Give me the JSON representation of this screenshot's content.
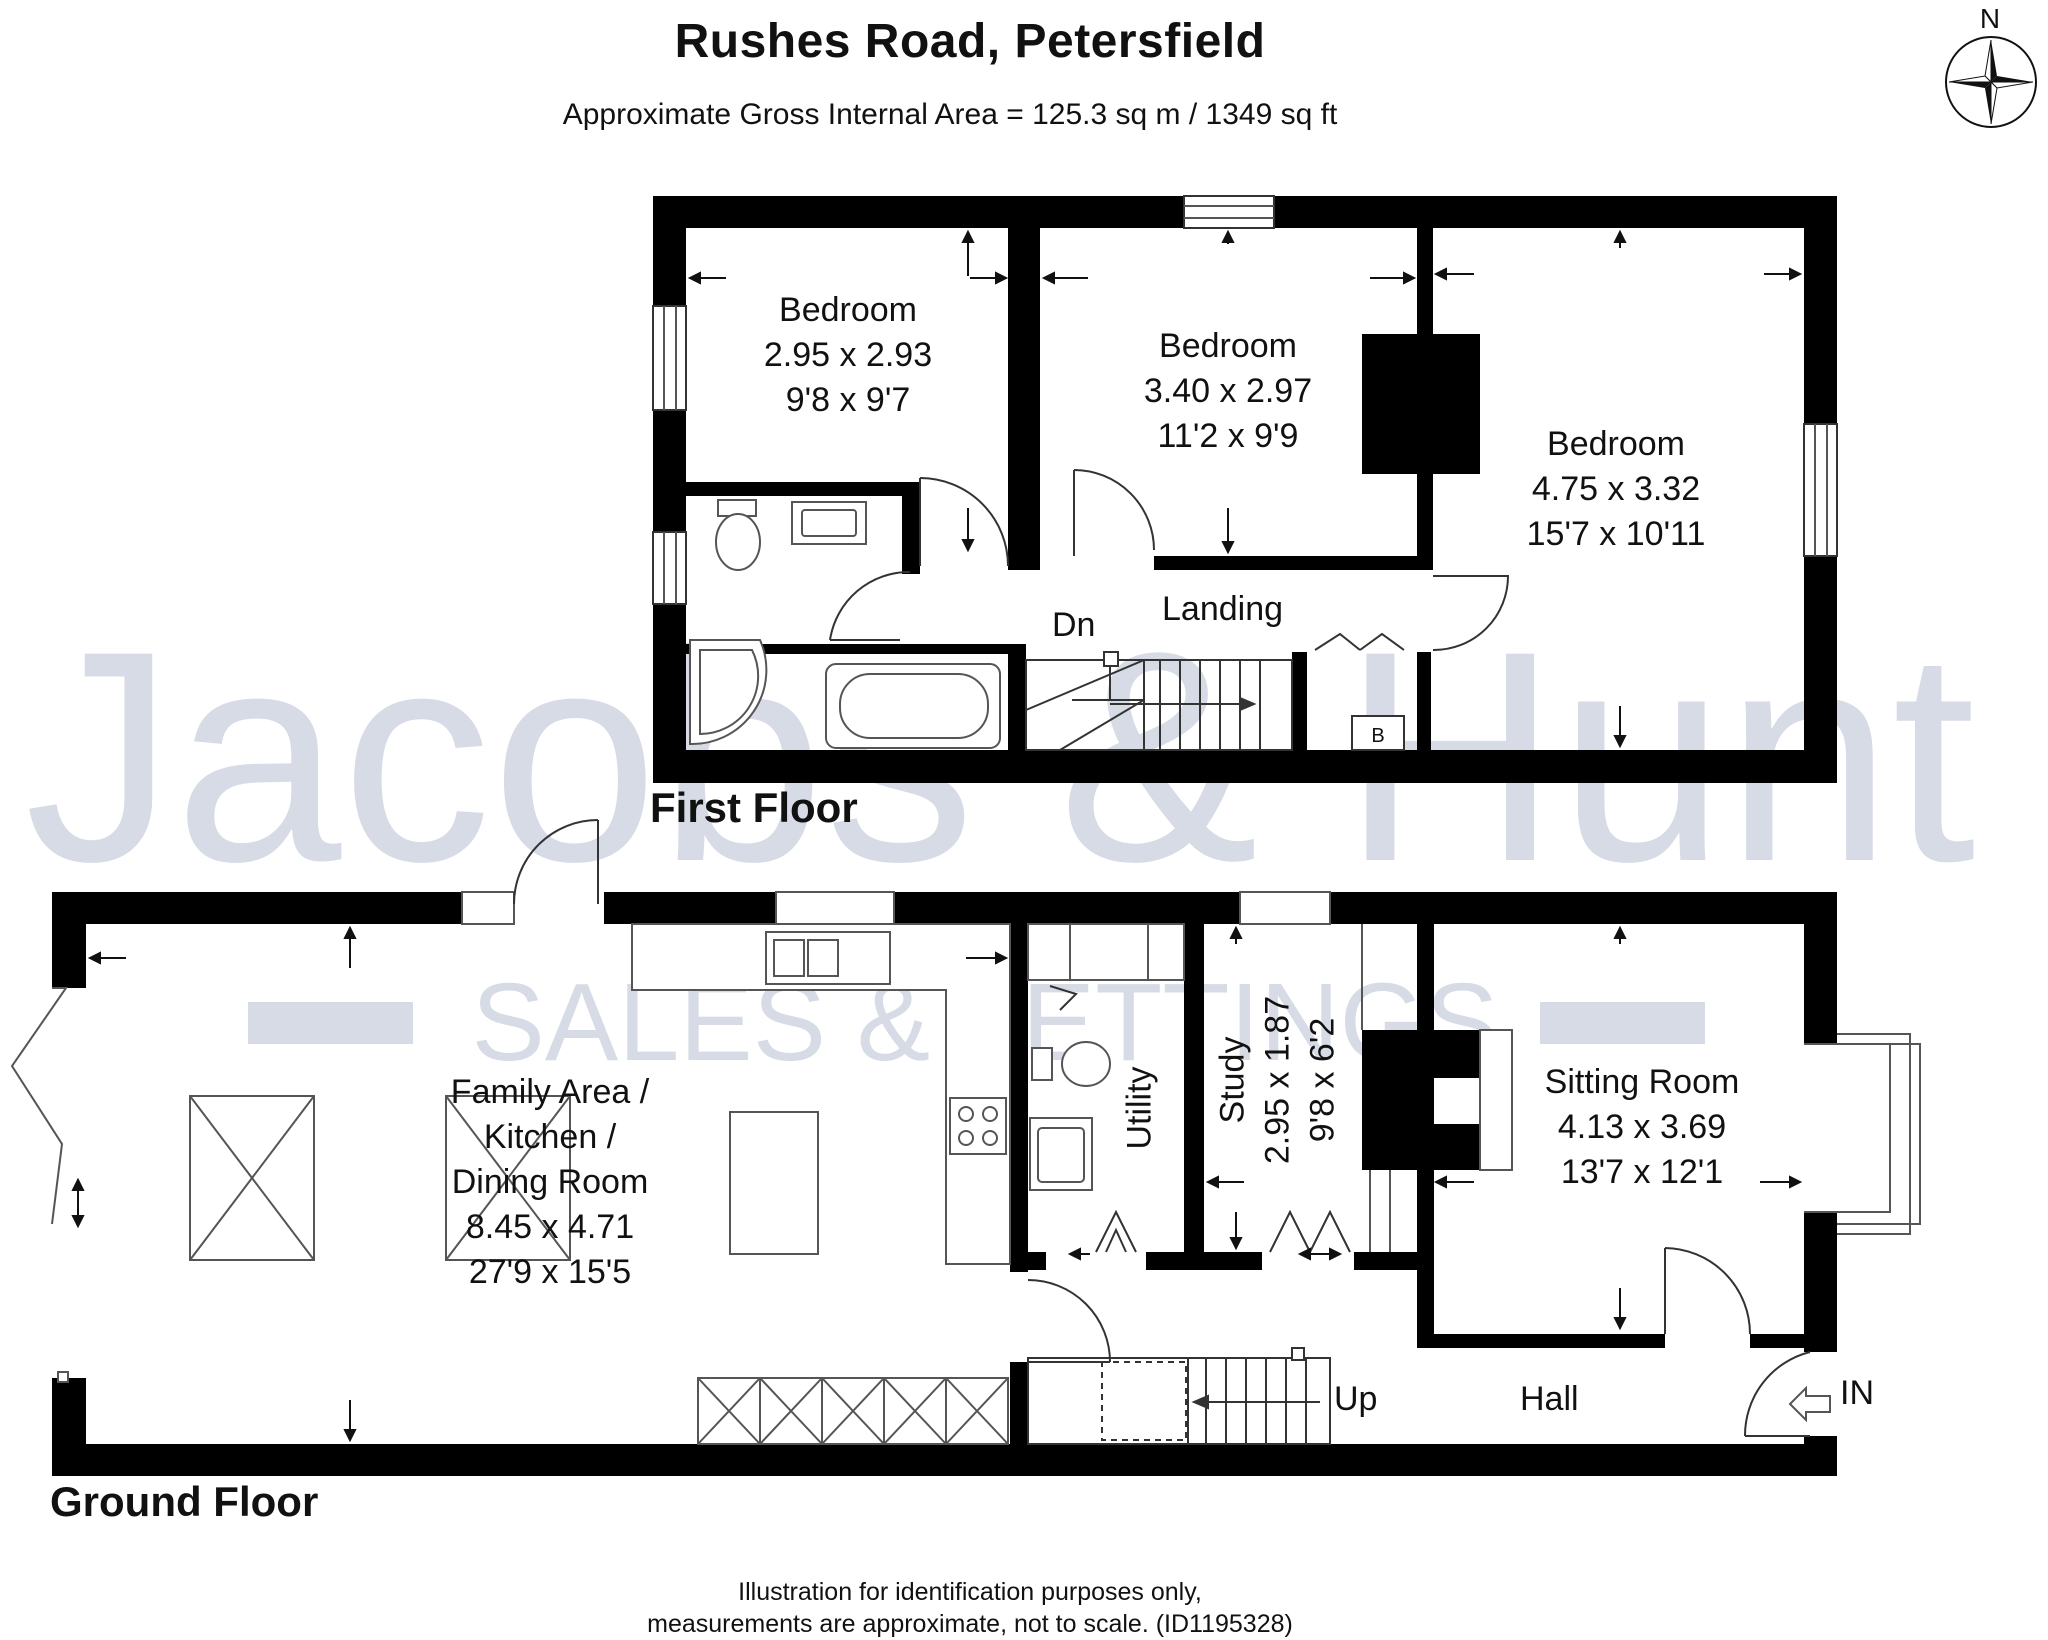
{
  "header": {
    "title": "Rushes Road, Petersfield",
    "area": "Approximate Gross Internal Area = 125.3 sq m / 1349 sq ft"
  },
  "compass": {
    "label": "N",
    "icon": "compass-rose-icon"
  },
  "watermark": {
    "line1": "Jacobs & Hunt",
    "line2": "SALES & LETTINGS"
  },
  "first_floor": {
    "label": "First Floor",
    "bedroom_small": {
      "name": "Bedroom",
      "metric": "2.95 x 2.93",
      "imperial": "9'8 x 9'7"
    },
    "bedroom_middle": {
      "name": "Bedroom",
      "metric": "3.40 x 2.97",
      "imperial": "11'2 x 9'9"
    },
    "bedroom_large": {
      "name": "Bedroom",
      "metric": "4.75 x 3.32",
      "imperial": "15'7 x 10'11"
    },
    "landing": "Landing",
    "stairs_down": "Dn",
    "boiler": "B"
  },
  "ground_floor": {
    "label": "Ground Floor",
    "family": {
      "l1": "Family Area /",
      "l2": "Kitchen /",
      "l3": "Dining Room",
      "metric": "8.45 x 4.71",
      "imperial": "27'9 x 15'5"
    },
    "utility": "Utility",
    "study": {
      "name": "Study",
      "metric": "2.95 x 1.87",
      "imperial": "9'8 x 6'2"
    },
    "sitting": {
      "name": "Sitting Room",
      "metric": "4.13 x 3.69",
      "imperial": "13'7 x 12'1"
    },
    "hall": "Hall",
    "stairs_up": "Up",
    "entrance": "IN"
  },
  "footer": {
    "line1": "Illustration for identification purposes only,",
    "line2": "measurements are approximate, not to scale. (ID1195328)"
  },
  "colors": {
    "wall": "#000000",
    "watermark": "#d6dbe6",
    "fixture": "#555555"
  }
}
